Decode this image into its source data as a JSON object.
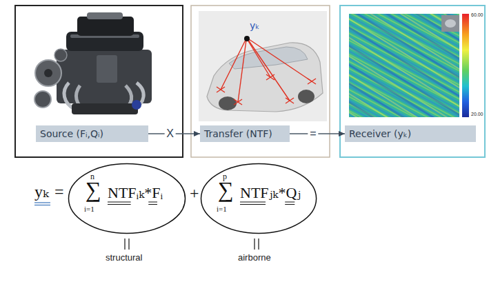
{
  "diagram": {
    "nodes": [
      {
        "text": [
          "Source (Fᵢ,Qᵢ)"
        ]
      },
      {
        "text": [
          "Transfer (NTF)"
        ]
      },
      {
        "text": [
          "Receiver (yₖ)"
        ]
      },
      {
        "text": [
          "n",
          "∑",
          "i=1",
          "NTFᵢₖ*Fᵢ"
        ]
      },
      {
        "text": [
          "p",
          "∑",
          "i=1",
          "NTFⱼₖ*Qⱼ"
        ]
      }
    ],
    "edges": [
      {
        "from": 0,
        "to": 1,
        "arrow": "to",
        "label": "X"
      },
      {
        "from": 1,
        "to": 2,
        "arrow": "to",
        "label": "="
      }
    ],
    "labels": [
      "yₖ",
      "60.00",
      "20.00",
      "yₖ",
      "=",
      "+",
      "structural",
      "airborne"
    ]
  }
}
